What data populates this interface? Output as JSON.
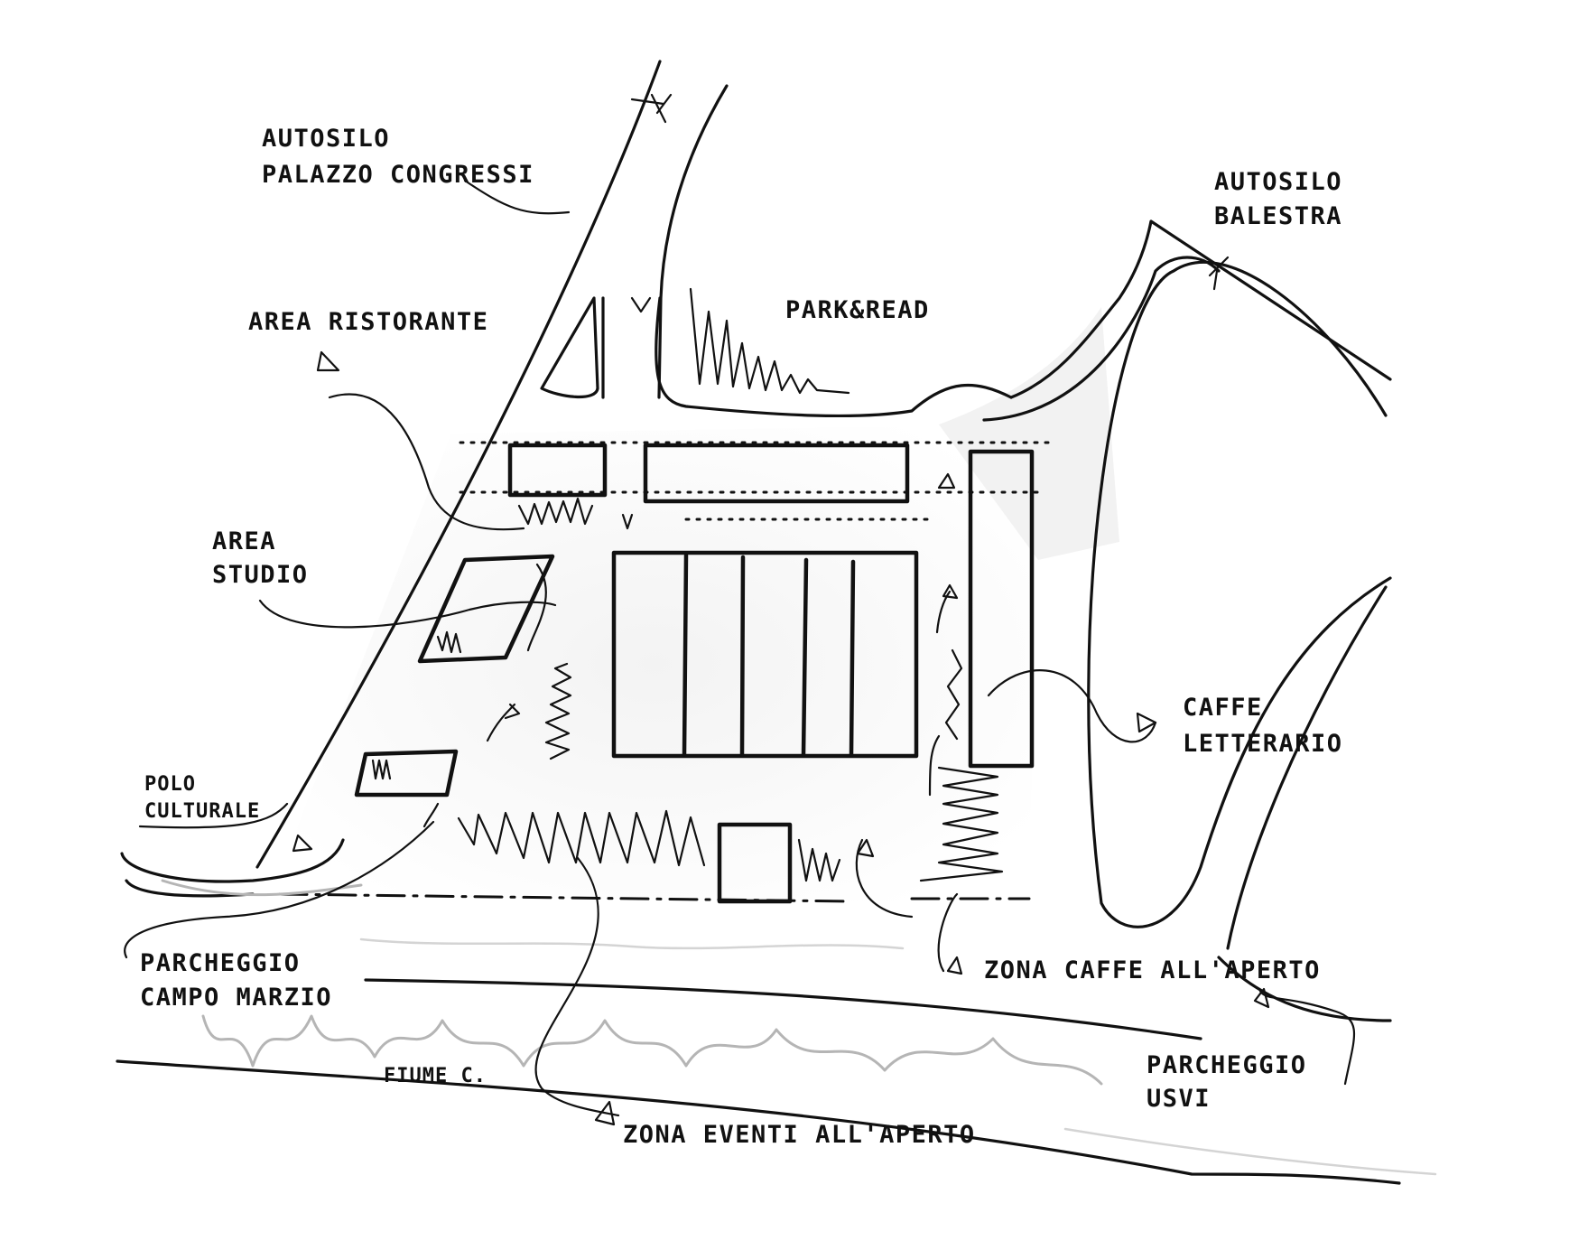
{
  "labels": {
    "autosilo_palazzo_1": "AUTOSILO",
    "autosilo_palazzo_2": "PALAZZO CONGRESSI",
    "autosilo_balestra_1": "AUTOSILO",
    "autosilo_balestra_2": "BALESTRA",
    "park_read": "PARK&READ",
    "area_ristorante": "AREA RISTORANTE",
    "area_studio_1": "AREA",
    "area_studio_2": "STUDIO",
    "polo_culturale_1": "POLO",
    "polo_culturale_2": "CULTURALE",
    "caffe_letterario_1": "CAFFE",
    "caffe_letterario_2": "LETTERARIO",
    "parcheggio_campo_marzio_1": "PARCHEGGIO",
    "parcheggio_campo_marzio_2": "CAMPO MARZIO",
    "zona_caffe": "ZONA CAFFE ALL'APERTO",
    "parcheggio_usvi_1": "PARCHEGGIO",
    "parcheggio_usvi_2": "USVI",
    "fiume": "FIUME C.",
    "zona_eventi": "ZONA EVENTI ALL'APERTO"
  }
}
